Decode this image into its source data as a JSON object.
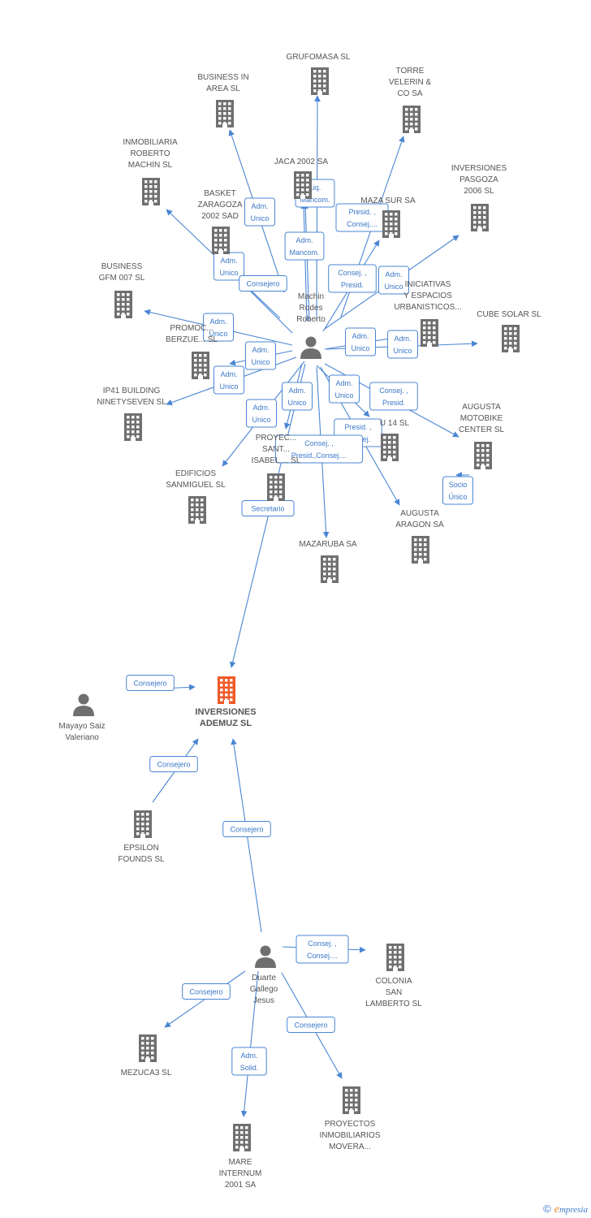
{
  "colors": {
    "edge": "#4a86d4",
    "building": "#6f6f6f",
    "focus": "#ef5a28",
    "person": "#6f6f6f",
    "label": "#555555"
  },
  "nodes": [
    {
      "id": "machin",
      "type": "person",
      "label": "Machin\nRodes\nRoberto",
      "icon": "person-icon"
    },
    {
      "id": "ademuz",
      "type": "company",
      "focus": true,
      "label": "INVERSIONES\nADEMUZ SL",
      "icon": "building-icon"
    },
    {
      "id": "mayayo",
      "type": "person",
      "label": "Mayayo Saiz\nValeriano",
      "icon": "person-icon"
    },
    {
      "id": "duarte",
      "type": "person",
      "label": "Duarte\nGallego\nJesus",
      "icon": "person-icon"
    },
    {
      "id": "grufomasa",
      "type": "company",
      "label": "GRUFOMASA SL",
      "icon": "building-icon"
    },
    {
      "id": "businessin",
      "type": "company",
      "label": "BUSINESS IN\nAREA SL",
      "icon": "building-icon"
    },
    {
      "id": "torre",
      "type": "company",
      "label": "TORRE\nVELERIN &\nCO SA",
      "icon": "building-icon"
    },
    {
      "id": "inmobiliaria",
      "type": "company",
      "label": "INMOBILIARIA\nROBERTO\nMACHIN SL",
      "icon": "building-icon"
    },
    {
      "id": "jaca",
      "type": "company",
      "label": "JACA 2002 SA",
      "icon": "building-icon"
    },
    {
      "id": "inversionesp",
      "type": "company",
      "label": "INVERSIONES\nPASGOZA\n2006 SL",
      "icon": "building-icon"
    },
    {
      "id": "basket",
      "type": "company",
      "label": "BASKET\nZARAGOZA\n2002 SAD",
      "icon": "building-icon"
    },
    {
      "id": "mazasur",
      "type": "company",
      "label": "MAZA SUR SA",
      "icon": "building-icon"
    },
    {
      "id": "businessgfm",
      "type": "company",
      "label": "BUSINESS\nGFM 007 SL",
      "icon": "building-icon"
    },
    {
      "id": "iniciativas",
      "type": "company",
      "label": "INICIATIVAS\nY ESPACIOS\nURBANISTICOS...",
      "icon": "building-icon"
    },
    {
      "id": "cubesolar",
      "type": "company",
      "label": "CUBE SOLAR SL",
      "icon": "building-icon"
    },
    {
      "id": "promoc",
      "type": "company",
      "label": "PROMOC...\nBERZUE... SL",
      "icon": "building-icon"
    },
    {
      "id": "ip41",
      "type": "company",
      "label": "IP41 BUILDING\nNINETYSEVEN SL",
      "icon": "building-icon"
    },
    {
      "id": "augustamoto",
      "type": "company",
      "label": "AUGUSTA\nMOTOBIKE\nCENTER SL",
      "icon": "building-icon"
    },
    {
      "id": "u14",
      "type": "company",
      "label": "U 14 SL",
      "icon": "building-icon"
    },
    {
      "id": "proyectos",
      "type": "company",
      "label": "PROYEC...\nSANT...\nISABEL ... SL",
      "icon": "building-icon"
    },
    {
      "id": "edificios",
      "type": "company",
      "label": "EDIFICIOS\nSANMIGUEL SL",
      "icon": "building-icon"
    },
    {
      "id": "augustaaragon",
      "type": "company",
      "label": "AUGUSTA\nARAGON SA",
      "icon": "building-icon"
    },
    {
      "id": "mazaruba",
      "type": "company",
      "label": "MAZARUBA SA",
      "icon": "building-icon"
    },
    {
      "id": "epsilon",
      "type": "company",
      "label": "EPSILON\nFOUNDS SL",
      "icon": "building-icon"
    },
    {
      "id": "colonia",
      "type": "company",
      "label": "COLONIA\nSAN\nLAMBERTO SL",
      "icon": "building-icon"
    },
    {
      "id": "mezuca",
      "type": "company",
      "label": "MEZUCA3 SL",
      "icon": "building-icon"
    },
    {
      "id": "proyinm",
      "type": "company",
      "label": "PROYECTOS\nINMOBILIARIOS\nMOVERA...",
      "icon": "building-icon"
    },
    {
      "id": "mare",
      "type": "company",
      "label": "MARE\nINTERNUM\n2001 SA",
      "icon": "building-icon"
    }
  ],
  "relations": [
    {
      "from": "machin",
      "to": "grufomasa",
      "label": ""
    },
    {
      "from": "machin",
      "to": "businessin",
      "label": "Adm.\nUnico"
    },
    {
      "from": "machin",
      "to": "torre",
      "label": "Presid. ,\nConsej...."
    },
    {
      "from": "machin",
      "to": "jaca",
      "label": "Liq.\nMancom."
    },
    {
      "from": "machin",
      "to": "jaca",
      "label": "Adm.\nMancom."
    },
    {
      "from": "machin",
      "to": "inmobiliaria",
      "label": "Adm.\nUnico"
    },
    {
      "from": "machin",
      "to": "basket",
      "label": "Consejero"
    },
    {
      "from": "machin",
      "to": "mazasur",
      "label": "Consej. ,\nPresid."
    },
    {
      "from": "machin",
      "to": "inversionesp",
      "label": "Adm.\nUnico"
    },
    {
      "from": "machin",
      "to": "businessgfm",
      "label": "Adm.\nUnico"
    },
    {
      "from": "machin",
      "to": "iniciativas",
      "label": "Adm.\nUnico"
    },
    {
      "from": "machin",
      "to": "cubesolar",
      "label": "Adm.\nUnico"
    },
    {
      "from": "machin",
      "to": "promoc",
      "label": "Adm.\nUnico"
    },
    {
      "from": "machin",
      "to": "ip41",
      "label": "Adm.\nUnico"
    },
    {
      "from": "machin",
      "to": "edificios",
      "label": "Adm.\nUnico"
    },
    {
      "from": "machin",
      "to": "proyectos",
      "label": "Adm.\nUnico"
    },
    {
      "from": "machin",
      "to": "u14",
      "label": "Adm.\nUnico"
    },
    {
      "from": "machin",
      "to": "augustamoto",
      "label": "Consej. ,\nPresid."
    },
    {
      "from": "machin",
      "to": "augustaaragon",
      "label": "Presid. ,\nConsej."
    },
    {
      "from": "machin",
      "to": "mazaruba",
      "label": "Consej. ,\nPresid.,Consej...."
    },
    {
      "from": "augustamoto",
      "to": "augustaaragon",
      "label": "Socio\nÚnico"
    },
    {
      "from": "machin",
      "to": "ademuz",
      "label": "Secretario"
    },
    {
      "from": "mayayo",
      "to": "ademuz",
      "label": "Consejero"
    },
    {
      "from": "epsilon",
      "to": "ademuz",
      "label": "Consejero"
    },
    {
      "from": "duarte",
      "to": "ademuz",
      "label": "Consejero"
    },
    {
      "from": "duarte",
      "to": "colonia",
      "label": "Consej. ,\nConsej...."
    },
    {
      "from": "duarte",
      "to": "mezuca",
      "label": "Consejero"
    },
    {
      "from": "duarte",
      "to": "proyinm",
      "label": "Consejero"
    },
    {
      "from": "duarte",
      "to": "mare",
      "label": "Adm.\nSolid."
    }
  ],
  "copyright": {
    "symbol": "©",
    "brand_e": "e",
    "brand_rest": "mpresia"
  }
}
